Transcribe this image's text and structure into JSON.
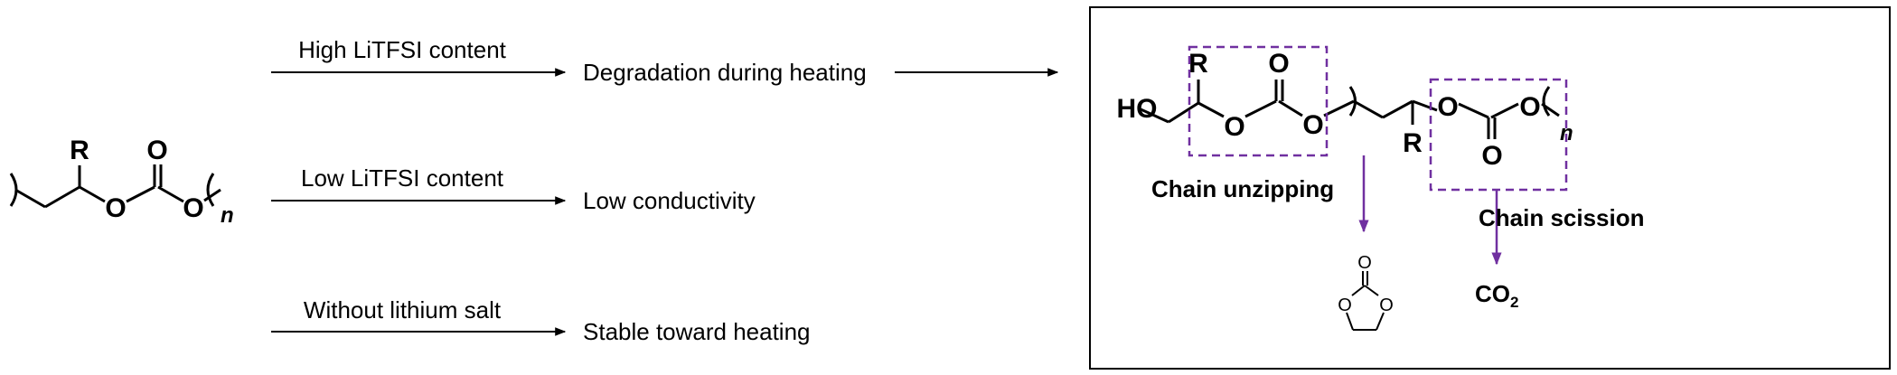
{
  "monomer": {
    "r_label": "R",
    "o_carbonyl": "O",
    "o_left": "O",
    "o_right": "O",
    "n_label": "n"
  },
  "conditions": [
    {
      "above": "High LiTFSI content",
      "result": "Degradation during heating"
    },
    {
      "above": "Low LiTFSI content",
      "result": "Low conductivity"
    },
    {
      "above": "Without lithium salt",
      "result": "Stable toward heating"
    }
  ],
  "mechanism": {
    "ho": "HO",
    "r_top": "R",
    "o1": "O",
    "o_carbonyl": "O",
    "o2": "O",
    "r_bottom": "R",
    "o3": "O",
    "o4": "O",
    "o_carbonyl2": "O",
    "n_label": "n",
    "chain_unzipping": "Chain unzipping",
    "chain_scission": "Chain scission",
    "co2_main": "CO",
    "co2_sub": "2",
    "ec_o_top": "O",
    "ec_o_left": "O",
    "ec_o_right": "O"
  },
  "colors": {
    "accent": "#7030A0",
    "ink": "#000000"
  }
}
